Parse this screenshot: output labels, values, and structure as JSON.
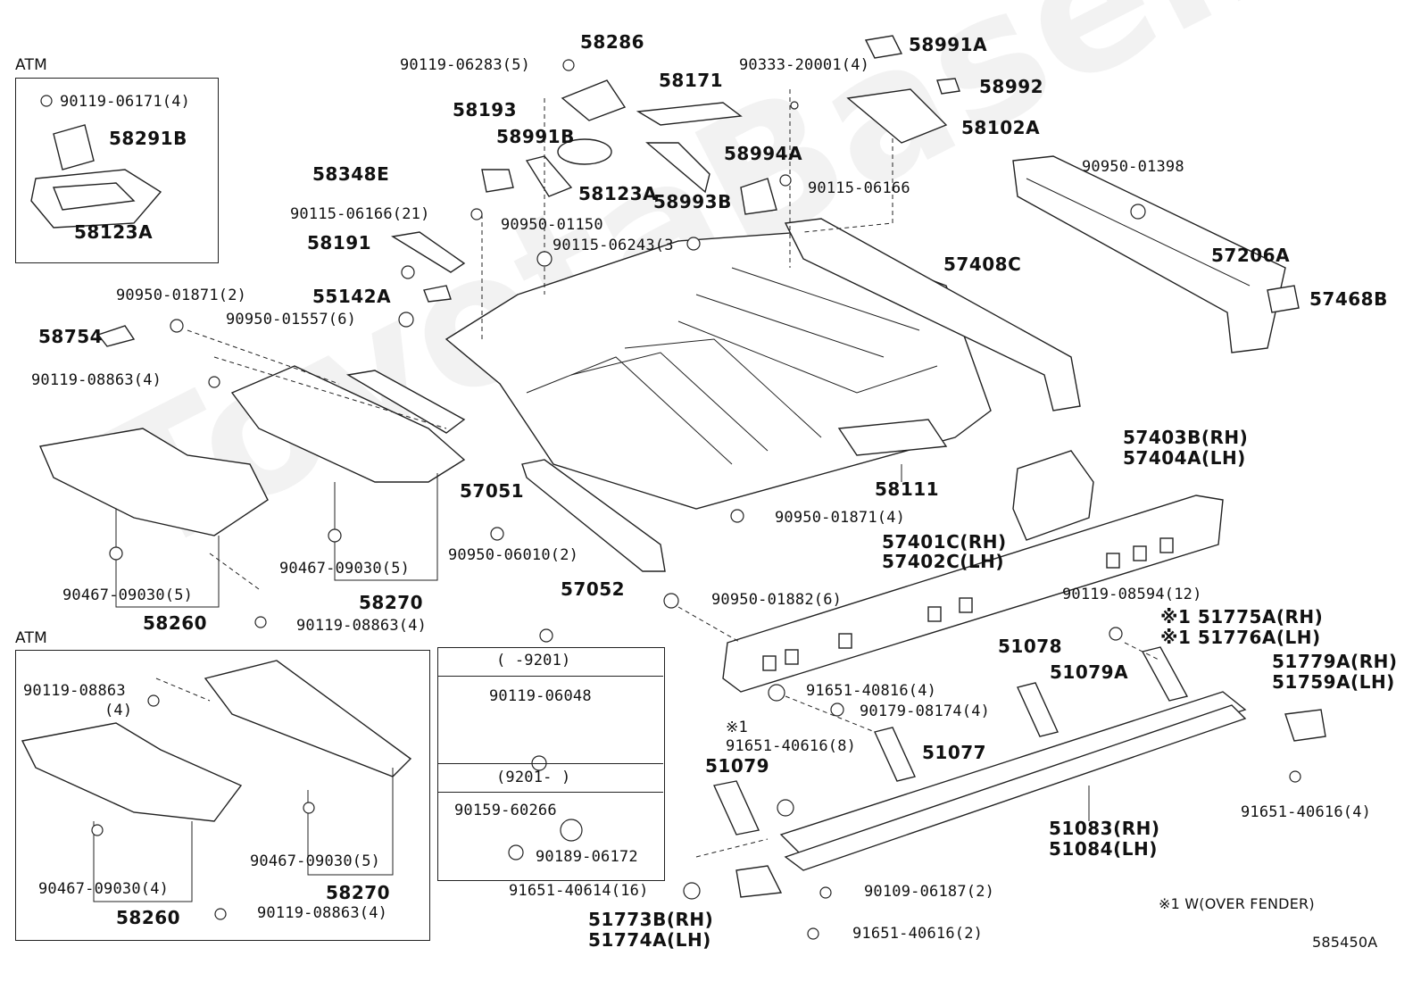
{
  "watermark": "ToyotaBaseline.ru",
  "diagram_id": "585450A",
  "footnote": "※1 W(OVER FENDER)",
  "atm_label": "ATM",
  "inset_box": {
    "range1": "(       -9201)",
    "range2": "(9201-       )",
    "part1": "90119-06048",
    "part2": "90159-60266",
    "part3": "90189-06172"
  },
  "labels": {
    "p58286": "58286",
    "p90119_06283": "90119-06283(5)",
    "p58171": "58171",
    "p90333_20001": "90333-20001(4)",
    "p58991A": "58991A",
    "p58992": "58992",
    "p58102A": "58102A",
    "p58193": "58193",
    "p58991B": "58991B",
    "p58123A_top": "58123A",
    "p58993B": "58993B",
    "p58994A": "58994A",
    "p90115_06166_r": "90115-06166",
    "p58348E": "58348E",
    "p90115_06166_21": "90115-06166(21)",
    "p90950_01150": "90950-01150",
    "p90115_06243": "90115-06243(3",
    "p58191": "58191",
    "p55142A": "55142A",
    "p90950_01871_2": "90950-01871(2)",
    "p90950_01557": "90950-01557(6)",
    "p58754": "58754",
    "p90119_08863_a": "90119-08863(4)",
    "p57051": "57051",
    "p90467_09030_a": "90467-09030(5)",
    "p58270_a": "58270",
    "p90467_09030_b": "90467-09030(5)",
    "p58260_a": "58260",
    "p90119_08863_b": "90119-08863(4)",
    "p90950_06010": "90950-06010(2)",
    "p57052": "57052",
    "p58111": "58111",
    "p90950_01871_4": "90950-01871(4)",
    "p57408C": "57408C",
    "p90950_01398": "90950-01398",
    "p57206A": "57206A",
    "p57468B": "57468B",
    "p57403B": "57403B(RH)",
    "p57404A": "57404A(LH)",
    "p57401C": "57401C(RH)",
    "p57402C": "57402C(LH)",
    "p90950_01882": "90950-01882(6)",
    "p90119_08594": "90119-08594(12)",
    "p51775A": "※1 51775A(RH)",
    "p51776A": "※1 51776A(LH)",
    "p51078": "51078",
    "p51079A": "51079A",
    "p51779A": "51779A(RH)",
    "p51759A": "51759A(LH)",
    "p91651_40816": "91651-40816(4)",
    "p90179_08174": "90179-08174(4)",
    "p51077": "51077",
    "p_note1": "※1",
    "p91651_40616_8": "91651-40616(8)",
    "p51079": "51079",
    "p51083": "51083(RH)",
    "p51084": "51084(LH)",
    "p91651_40616_4": "91651-40616(4)",
    "p91651_40614": "91651-40614(16)",
    "p90109_06187": "90109-06187(2)",
    "p51773B": "51773B(RH)",
    "p51774A": "51774A(LH)",
    "p91651_40616_2": "91651-40616(2)",
    "atm1_bolt": "90119-06171(4)",
    "atm1_58291B": "58291B",
    "atm1_58123A": "58123A",
    "atm2_bolt": "90119-08863",
    "atm2_bolt_qty": "(4)",
    "atm2_clip_a": "90467-09030(5)",
    "atm2_58270": "58270",
    "atm2_clip_b": "90467-09030(4)",
    "atm2_58260": "58260",
    "atm2_bolt_b": "90119-08863(4)"
  }
}
